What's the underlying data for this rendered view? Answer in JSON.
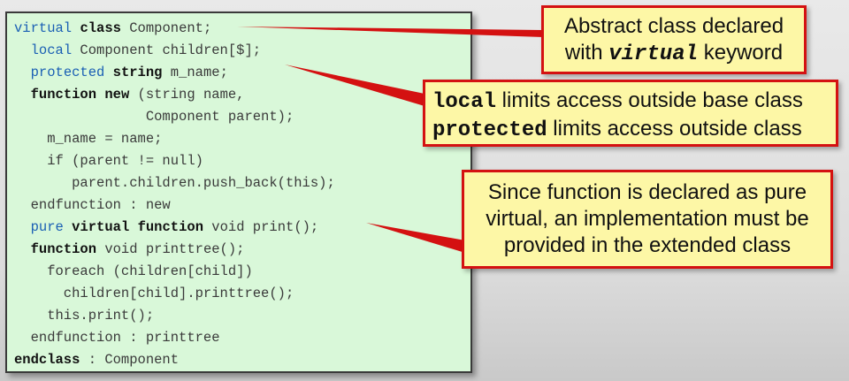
{
  "code_lines": [
    [
      {
        "t": "virtual",
        "s": "kw-blue"
      },
      {
        "t": " ",
        "s": "plain"
      },
      {
        "t": "class",
        "s": "kw-bold"
      },
      {
        "t": " Component;",
        "s": "plain"
      }
    ],
    [
      {
        "t": "  ",
        "s": "plain"
      },
      {
        "t": "local",
        "s": "kw-blue"
      },
      {
        "t": " Component children[$];",
        "s": "plain"
      }
    ],
    [
      {
        "t": "  ",
        "s": "plain"
      },
      {
        "t": "protected",
        "s": "kw-blue"
      },
      {
        "t": " ",
        "s": "plain"
      },
      {
        "t": "string",
        "s": "kw-bold"
      },
      {
        "t": " m_name;",
        "s": "plain"
      }
    ],
    [
      {
        "t": "  ",
        "s": "plain"
      },
      {
        "t": "function",
        "s": "kw-bold"
      },
      {
        "t": " ",
        "s": "plain"
      },
      {
        "t": "new",
        "s": "kw-bold"
      },
      {
        "t": " (string name,",
        "s": "plain"
      }
    ],
    [
      {
        "t": "                Component parent);",
        "s": "plain"
      }
    ],
    [
      {
        "t": "    m_name = name;",
        "s": "plain"
      }
    ],
    [
      {
        "t": "    if (parent != null)",
        "s": "plain"
      }
    ],
    [
      {
        "t": "       parent.children.push_back(this);",
        "s": "plain"
      }
    ],
    [
      {
        "t": "  endfunction : new",
        "s": "plain"
      }
    ],
    [
      {
        "t": "  ",
        "s": "plain"
      },
      {
        "t": "pure",
        "s": "kw-blue"
      },
      {
        "t": " ",
        "s": "plain"
      },
      {
        "t": "virtual",
        "s": "kw-bold"
      },
      {
        "t": " ",
        "s": "plain"
      },
      {
        "t": "function",
        "s": "kw-bold"
      },
      {
        "t": " void print();",
        "s": "plain"
      }
    ],
    [
      {
        "t": "  ",
        "s": "plain"
      },
      {
        "t": "function",
        "s": "kw-bold"
      },
      {
        "t": " void printtree();",
        "s": "plain"
      }
    ],
    [
      {
        "t": "    foreach (children[child])",
        "s": "plain"
      }
    ],
    [
      {
        "t": "      children[child].printtree();",
        "s": "plain"
      }
    ],
    [
      {
        "t": "    this.print();",
        "s": "plain"
      }
    ],
    [
      {
        "t": "  endfunction : printtree",
        "s": "plain"
      }
    ],
    [
      {
        "t": "endclass",
        "s": "kw-bold"
      },
      {
        "t": " : Component",
        "s": "plain"
      }
    ]
  ],
  "callouts": {
    "c1": {
      "line1": "Abstract class declared",
      "line2_pre": "with ",
      "line2_kw": "virtual",
      "line2_post": " keyword"
    },
    "c2": {
      "line1_kw": "local",
      "line1_post": " limits access outside base class",
      "line2_kw": "protected",
      "line2_post": " limits access outside class"
    },
    "c3": {
      "line1": "Since function is declared as pure",
      "line2": "virtual, an implementation must be",
      "line3": "provided in the extended class"
    }
  },
  "colors": {
    "callout_border": "#d41111",
    "callout_fill": "#fdf7a6",
    "code_bg": "#d9f8d9",
    "keyword_blue": "#1a5fb4"
  }
}
